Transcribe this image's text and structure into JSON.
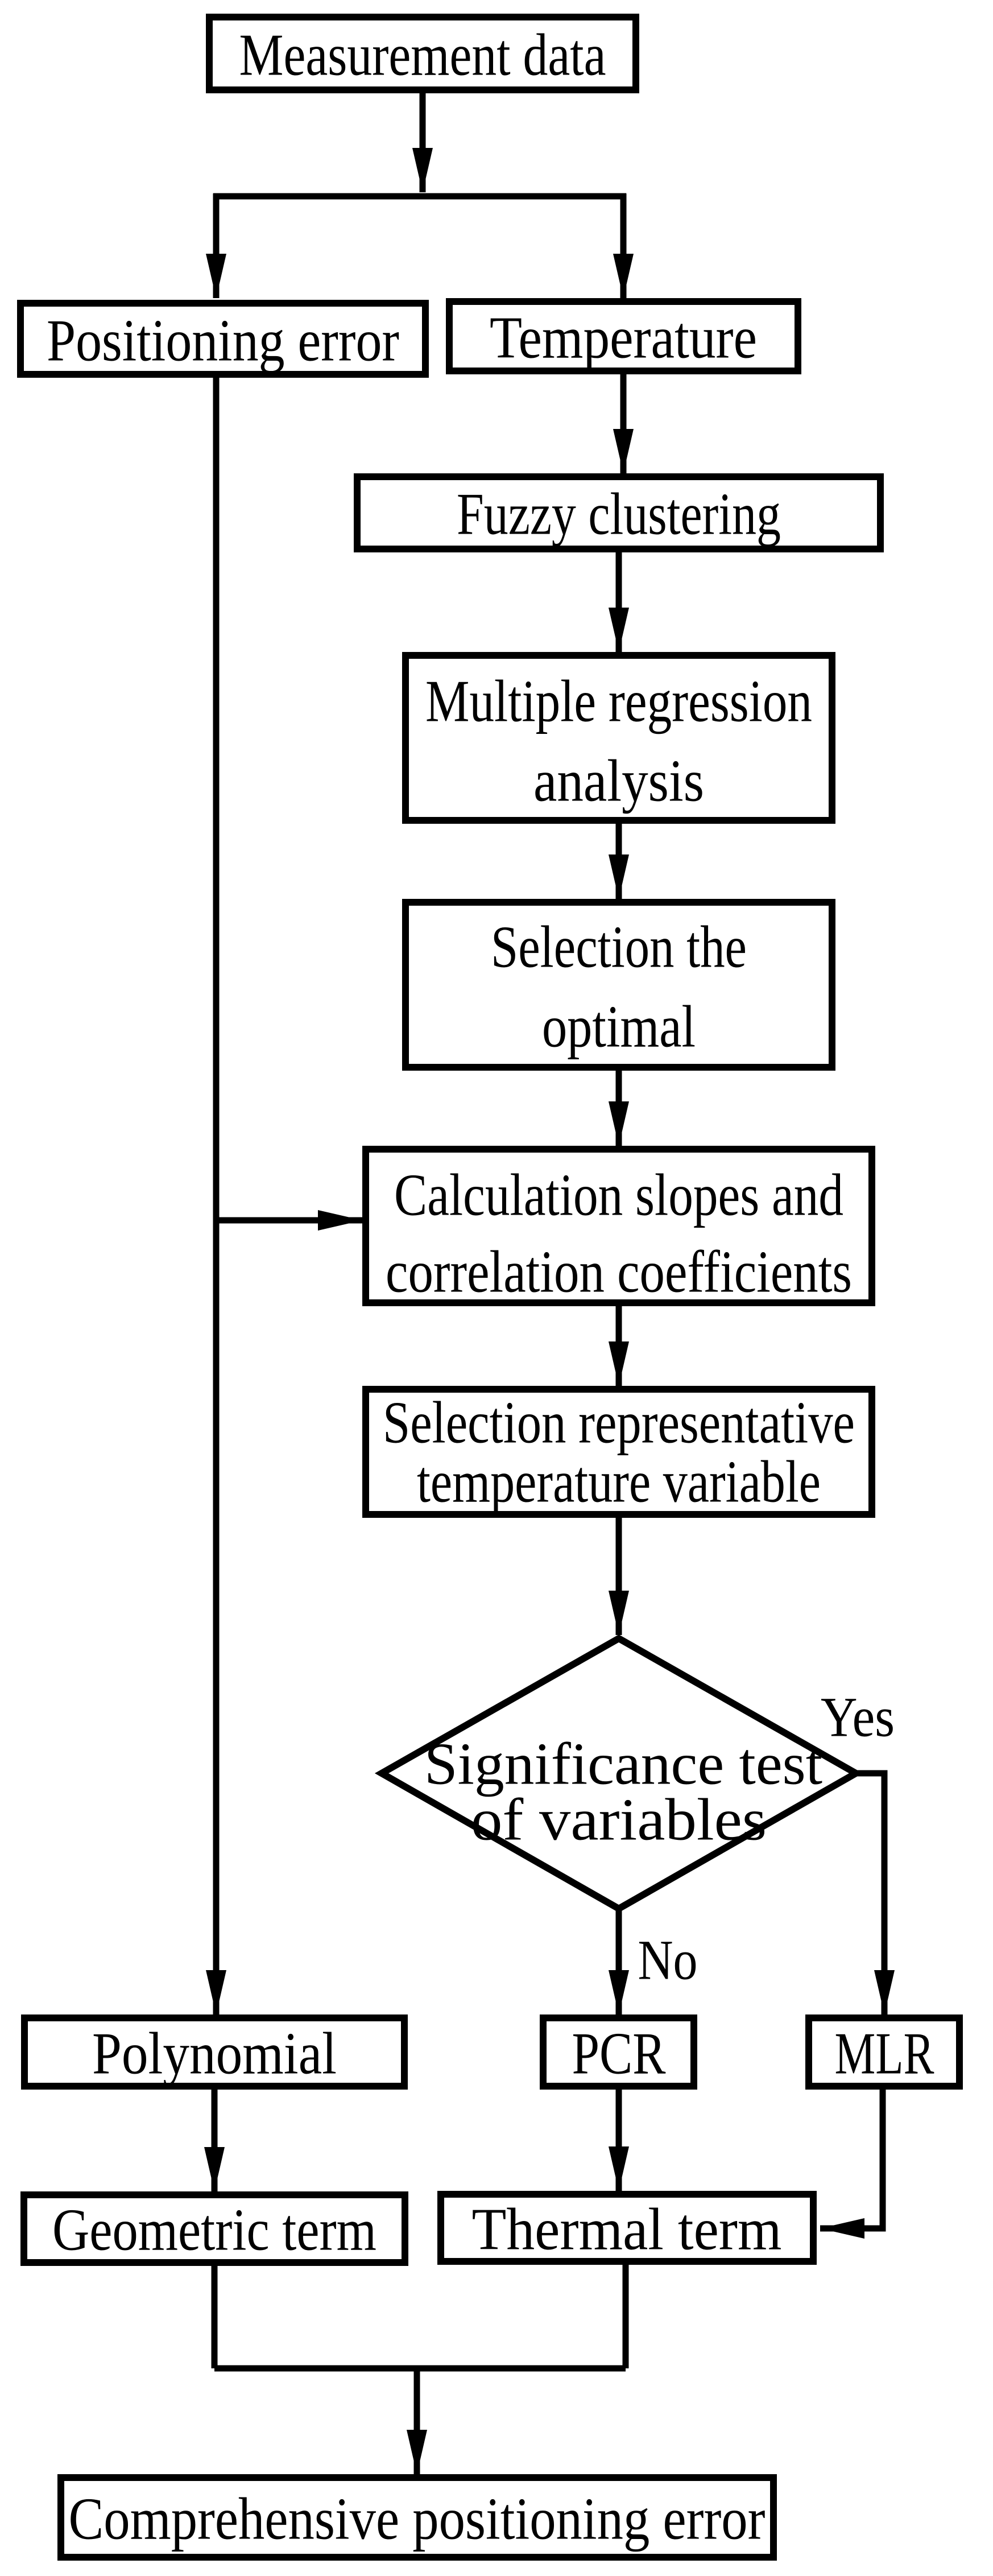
{
  "diagram": {
    "type": "flowchart",
    "background_color": "#ffffff",
    "line_color": "#000000",
    "text_color": "#000000",
    "nodes": {
      "measurement_data": {
        "label": "Measurement data"
      },
      "positioning_error": {
        "label": "Positioning error"
      },
      "temperature": {
        "label": "Temperature"
      },
      "fuzzy_clustering": {
        "label": "Fuzzy clustering"
      },
      "multiple_regression": {
        "lines": [
          "Multiple regression",
          "analysis"
        ]
      },
      "selection_optimal": {
        "lines": [
          "Selection the",
          "optimal"
        ]
      },
      "calculation_slopes": {
        "lines": [
          "Calculation slopes and",
          "correlation coefficients"
        ]
      },
      "selection_representative": {
        "lines": [
          "Selection representative",
          "temperature variable"
        ]
      },
      "significance_test": {
        "lines": [
          "Significance test",
          "of variables"
        ]
      },
      "polynomial": {
        "label": "Polynomial"
      },
      "pcr": {
        "label": "PCR"
      },
      "mlr": {
        "label": "MLR"
      },
      "geometric_term": {
        "label": "Geometric term"
      },
      "thermal_term": {
        "label": "Thermal term"
      },
      "comprehensive_positioning_error": {
        "label": "Comprehensive positioning error"
      }
    },
    "edge_labels": {
      "yes": "Yes",
      "no": "No"
    }
  }
}
